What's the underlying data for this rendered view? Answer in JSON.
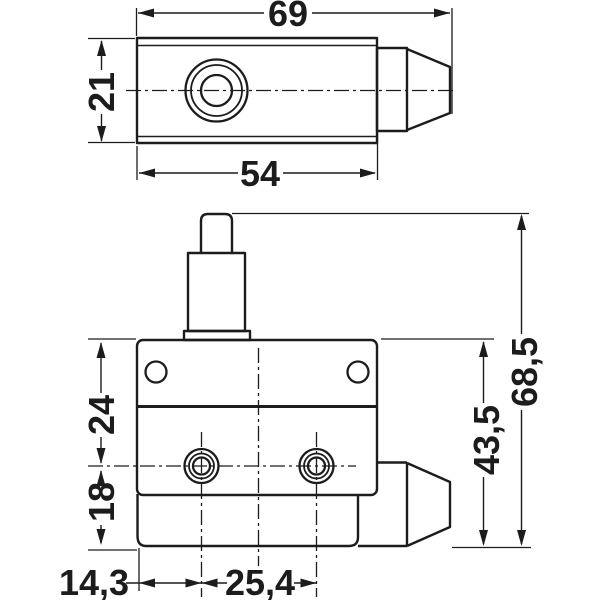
{
  "drawing": {
    "kind": "technical-dimension-drawing",
    "subject": "snap-action limit switch, two orthographic views",
    "units": "mm (comma decimal separators)",
    "colors": {
      "line": "#1c1c1c",
      "background": "#ffffff"
    },
    "top_view": {
      "total_width": "69",
      "body_width": "54",
      "height": "21"
    },
    "front_view": {
      "total_height": "68,5",
      "body_height": "43,5",
      "top_to_hole_axis": "24",
      "hole_axis_to_bottom": "18",
      "edge_to_first_hole": "14,3",
      "hole_spacing": "25,4"
    }
  }
}
